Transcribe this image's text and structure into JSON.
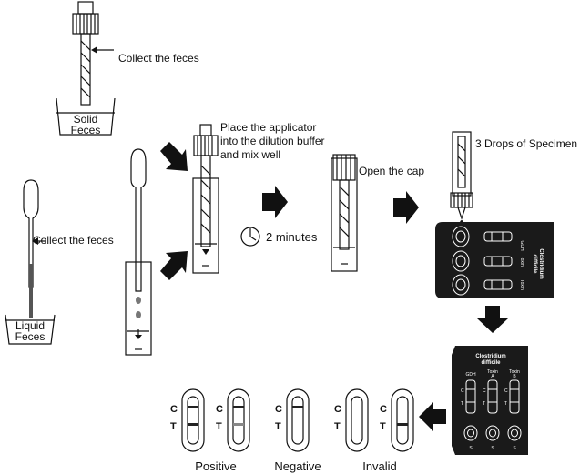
{
  "steps": {
    "collect_solid": "Collect the feces",
    "solid_label_1": "Solid",
    "solid_label_2": "Feces",
    "collect_liquid": "Collect the feces",
    "liquid_label_1": "Liquid",
    "liquid_label_2": "Feces",
    "place_line_1": "Place the applicator",
    "place_line_2": "into the dilution buffer",
    "place_line_3": "and mix well",
    "timer": "2 minutes",
    "open_cap": "Open the cap",
    "drops": "3 Drops of Specimen"
  },
  "device": {
    "name_1": "Clostridium",
    "name_2": "difficile",
    "gdh": "GDH",
    "toxin_a_1": "Toxin",
    "toxin_a_2": "A",
    "toxin_b_1": "Toxin",
    "toxin_b_2": "B",
    "c": "C",
    "t": "T",
    "s": "S"
  },
  "results": {
    "c": "C",
    "t": "T",
    "positive": "Positive",
    "negative": "Negative",
    "invalid": "Invalid"
  },
  "colors": {
    "ink": "#111111",
    "card": "#1a1a1a",
    "band": "#222222",
    "faint_band": "#888888"
  }
}
